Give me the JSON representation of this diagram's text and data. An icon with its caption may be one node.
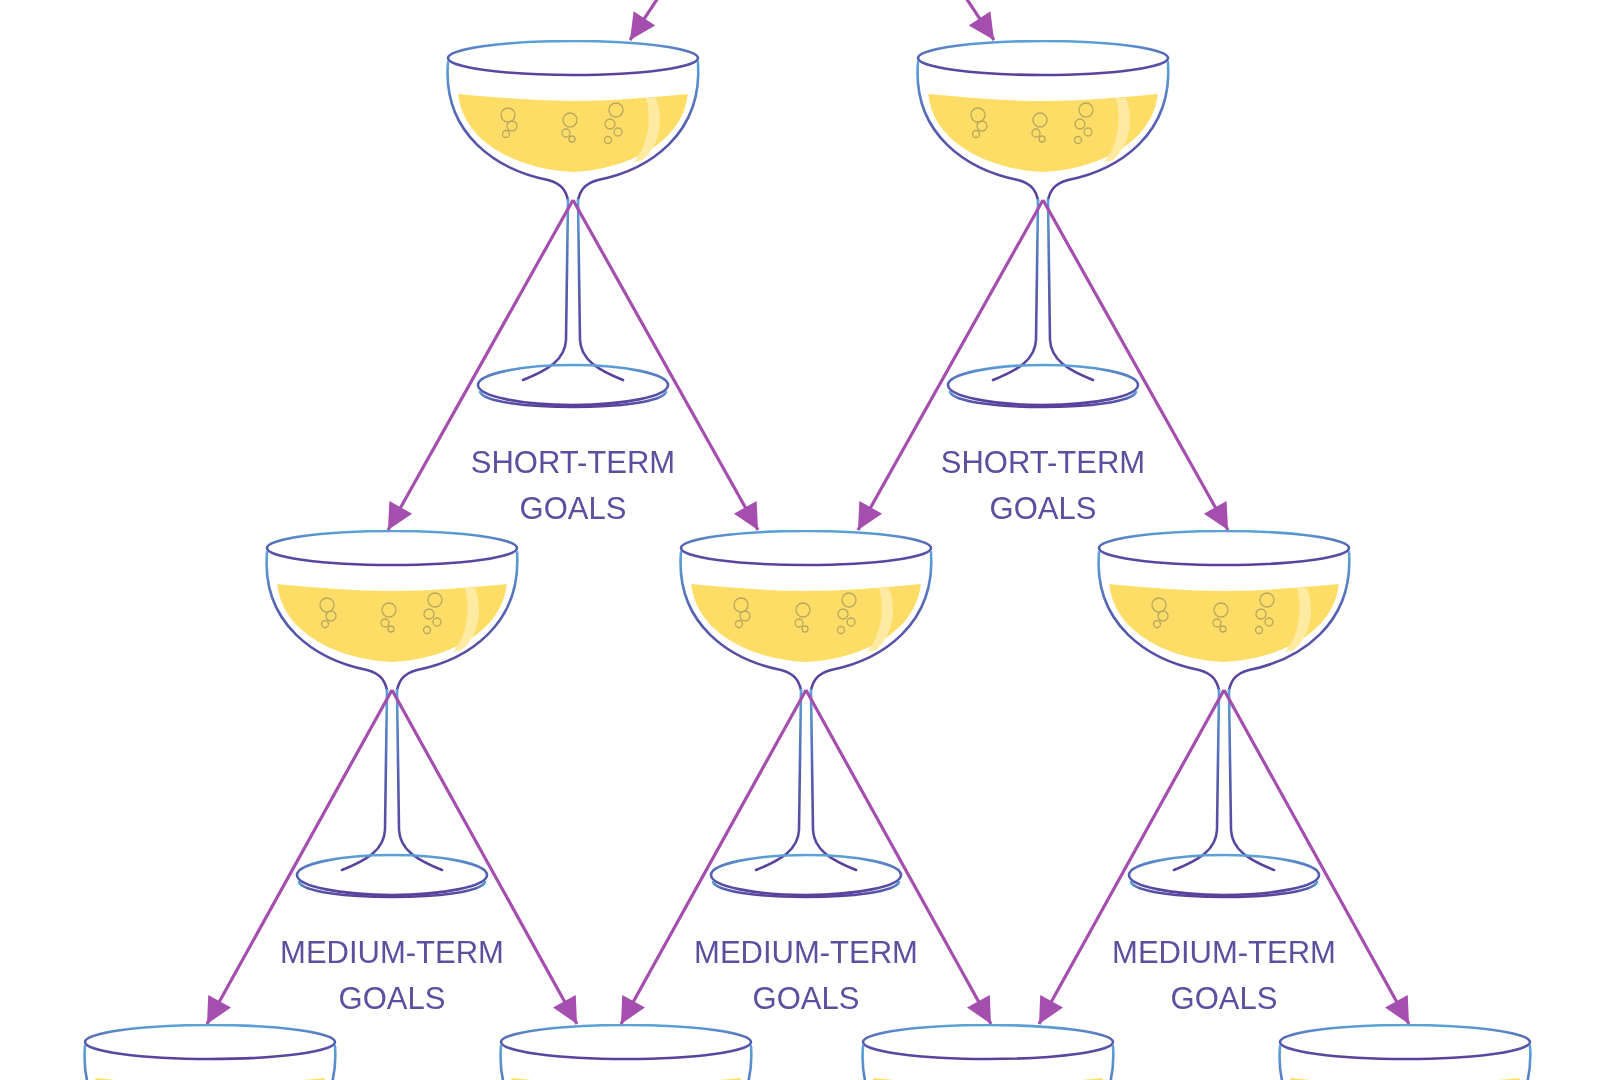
{
  "diagram": {
    "nodes": [
      {
        "text": [
          "SHORT-TERM GOALS"
        ]
      },
      {
        "text": [
          "SHORT-TERM GOALS"
        ]
      },
      {
        "text": [
          "MEDIUM-TERM GOALS"
        ]
      },
      {
        "text": [
          "MEDIUM-TERM GOALS"
        ]
      },
      {
        "text": [
          "MEDIUM-TERM GOALS"
        ]
      },
      {
        "text": [],
        "shape": "picture"
      },
      {
        "text": [],
        "shape": "picture"
      },
      {
        "text": [],
        "shape": "picture"
      },
      {
        "text": [],
        "shape": "picture"
      }
    ],
    "edges": [
      {
        "from": null,
        "to": 0,
        "arrow": "to"
      },
      {
        "from": null,
        "to": 1,
        "arrow": "to"
      },
      {
        "from": 0,
        "to": 2,
        "arrow": "to"
      },
      {
        "from": 0,
        "to": 3,
        "arrow": "to"
      },
      {
        "from": 1,
        "to": 3,
        "arrow": "to"
      },
      {
        "from": 1,
        "to": 4,
        "arrow": "to"
      },
      {
        "from": 2,
        "to": 5,
        "arrow": "to"
      },
      {
        "from": 2,
        "to": 6,
        "arrow": "to"
      },
      {
        "from": 3,
        "to": 6,
        "arrow": "to"
      },
      {
        "from": 3,
        "to": 7,
        "arrow": "to"
      },
      {
        "from": 4,
        "to": 7,
        "arrow": "to"
      },
      {
        "from": 4,
        "to": 8,
        "arrow": "to"
      }
    ]
  }
}
